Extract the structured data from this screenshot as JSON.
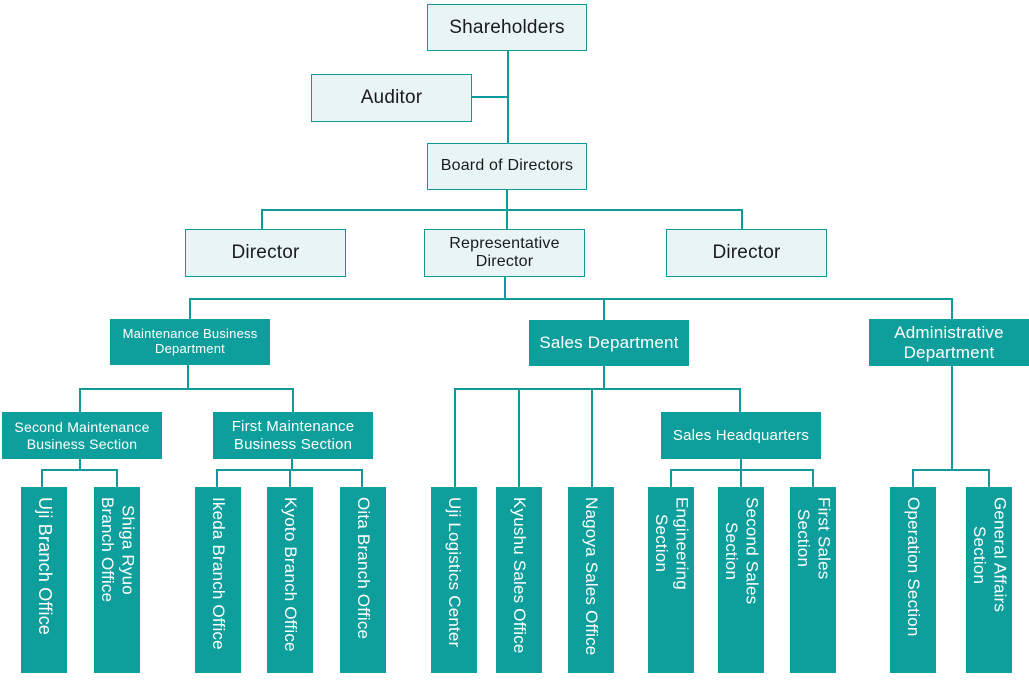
{
  "colors": {
    "line": "#109a9a",
    "node_dark": "#0e9f9d",
    "node_light": "#e8f5f4",
    "node_light_border": "#0f9a9a"
  },
  "nodes": {
    "shareholders": "Shareholders",
    "auditor": "Auditor",
    "board": "Board of Directors",
    "director_left": "Director",
    "representative_director": "Representative\nDirector",
    "director_right": "Director",
    "maintenance_business_department": "Maintenance Business\nDepartment",
    "sales_department": "Sales Department",
    "administrative_department": "Administrative\nDepartment",
    "second_maintenance_business_section": "Second Maintenance\nBusiness Section",
    "first_maintenance_business_section": "First Maintenance\nBusiness Section",
    "sales_headquarters": "Sales Headquarters",
    "uji_branch_office": "Uji Branch Office",
    "shiga_ryuo_branch_office": "Shiga Ryuo\nBranch Office",
    "ikeda_branch_office": "Ikeda Branch Office",
    "kyoto_branch_office": "Kyoto Branch Office",
    "oita_branch_office": "Oita Branch Office",
    "uji_logistics_center": "Uji Logistics Center",
    "kyushu_sales_office": "Kyushu Sales Office",
    "nagoya_sales_office": "Nagoya Sales Office",
    "engineering_section": "Engineering\nSection",
    "second_sales_section": "Second Sales\nSection",
    "first_sales_section": "First Sales\nSection",
    "operation_section": "Operation Section",
    "general_affairs_section": "General Affairs\nSection"
  }
}
